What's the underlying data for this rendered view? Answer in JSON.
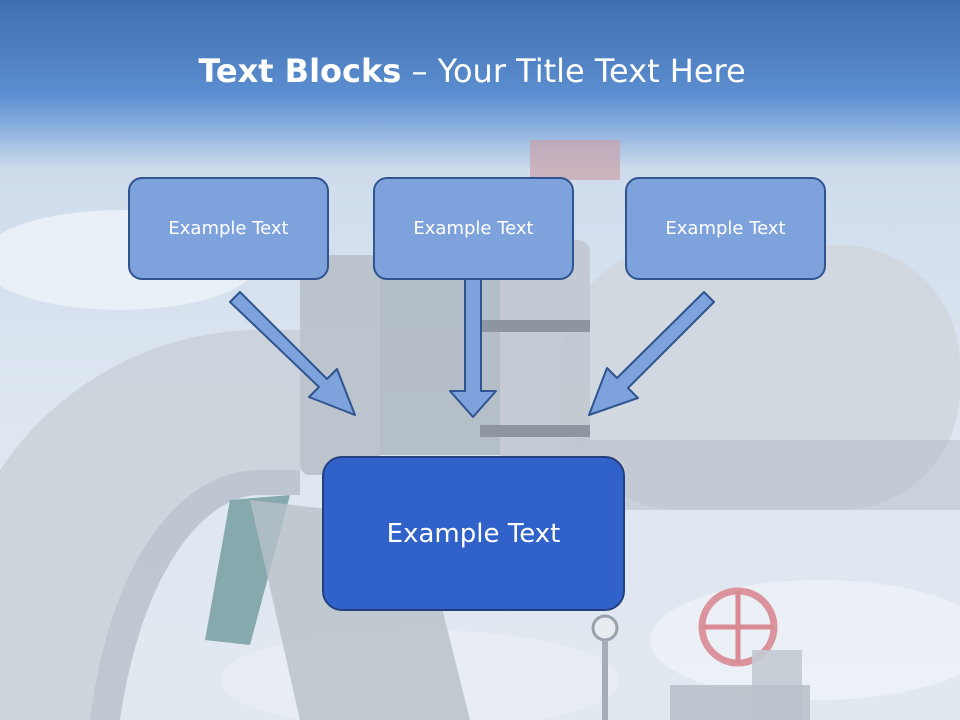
{
  "slide": {
    "title_bold": "Text Blocks",
    "title_rest": " – Your Title Text Here",
    "blocks": {
      "left": "Example Text",
      "center": "Example Text",
      "right": "Example Text",
      "bottom": "Example Text"
    }
  },
  "colors": {
    "header": "#3f6fae",
    "small_box_fill": "#7ea3dc",
    "large_box_fill": "#3162c9",
    "arrow_fill": "#7ea3dc",
    "arrow_stroke": "#2f5490"
  }
}
